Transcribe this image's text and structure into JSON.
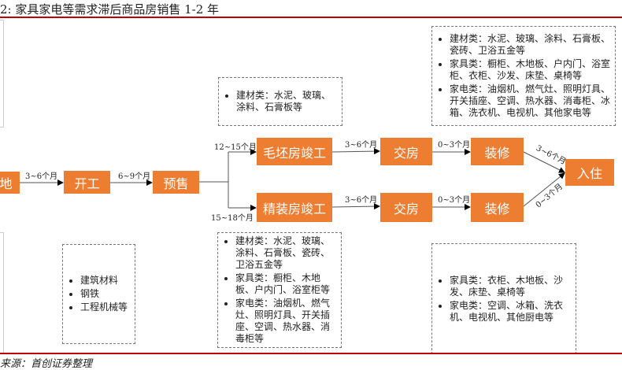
{
  "title": "2: 家具家电等需求滞后商品房销售 1-2 年",
  "source": "来源：首创证券整理",
  "colors": {
    "node": "#ed7d31",
    "rule": "#c00000"
  },
  "nodes": {
    "land": "地",
    "start": "开工",
    "presale": "预售",
    "rough": "毛坯房竣工",
    "finished": "精装房竣工",
    "handover1": "交房",
    "decor1": "装修",
    "handover2": "交房",
    "decor2": "装修",
    "move_in": "入住"
  },
  "durations": {
    "land_start": "3~6个月",
    "start_presale": "6~9个月",
    "presale_rough": "12~15个月",
    "presale_finished": "15~18个月",
    "rough_handover": "3~6个月",
    "handover_decor1": "0~3个月",
    "decor1_movein": "3~6个月",
    "finished_handover": "3~6个月",
    "handover_decor2": "0~3个月",
    "decor2_movein": "0~3个月"
  },
  "boxes": {
    "rough_top": [
      "建材类：水泥、玻璃、涂料、石膏板等"
    ],
    "decor_top": [
      "建材类：水泥、玻璃、涂料、石膏板、瓷砖、卫浴五金等",
      "家具类：橱柜、木地板、户内门、浴室柜、衣柜、沙发、床垫、桌椅等",
      "家电类：油烟机、燃气灶、照明灯具、开关插座、空调、热水器、消毒柜、冰箱、洗衣机、电视机、其他家电等"
    ],
    "start_bottom": [
      "建筑材料",
      "钢铁",
      "工程机械等"
    ],
    "finished_bottom": [
      "建材类：水泥、玻璃、涂料、石膏板、瓷砖、卫浴五金等",
      "家具类：橱柜、木地板、户内门、浴室柜等",
      "家电类：油烟机、燃气灶、照明灯具、开关插座、空调、热水器、消毒柜等"
    ],
    "decor_bottom": [
      "家具类：衣柜、木地板、沙发、床垫、桌椅等",
      "家电类：空调、冰箱、洗衣机、电视机、其他厨电等"
    ]
  }
}
